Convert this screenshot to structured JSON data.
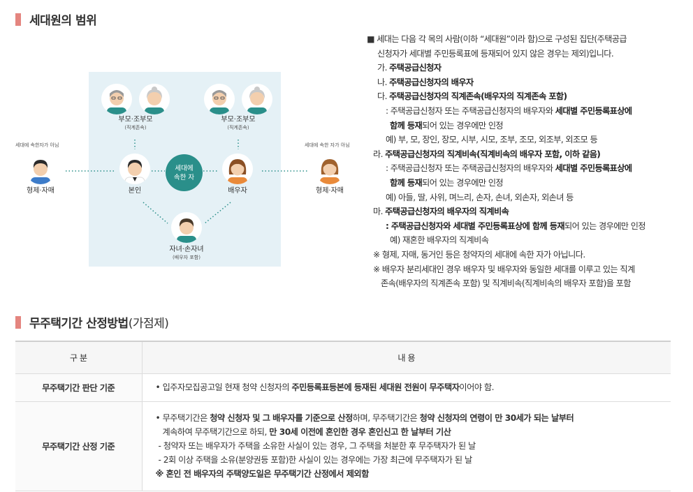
{
  "section1": {
    "title": "세대원의 범위"
  },
  "diagram": {
    "center": {
      "line1": "세대에",
      "line2": "속한 자"
    },
    "grandparents_left": {
      "label": "부모·조부모",
      "sub": "(직계존속)"
    },
    "grandparents_right": {
      "label": "부모·조부모",
      "sub": "(직계존속)"
    },
    "self": {
      "label": "본인"
    },
    "spouse": {
      "label": "배우자"
    },
    "children": {
      "label": "자녀·손자녀",
      "sub": "(배우자 포함)"
    },
    "sibling_left": {
      "note": "세대에 속한자가 아님",
      "label": "형제·자매"
    },
    "sibling_right": {
      "note": "세대에 속한 자가 아님",
      "label": "형제·자매"
    },
    "colors": {
      "background": "#e5f1f6",
      "center": "#2a8f8a",
      "line": "#2a8f8a"
    }
  },
  "description": {
    "intro1": "■ 세대는 다음 각 목의 사람(이하 “세대원”이라 함)으로 구성된 집단(주택공급",
    "intro2": "신청자가 세대별 주민등록표에 등재되어 있지 않은 경우는 제외)입니다.",
    "ga_prefix": "가. ",
    "ga": "주택공급신청자",
    "na_prefix": "나. ",
    "na": "주택공급신청자의 배우자",
    "da_prefix": "다. ",
    "da": "주택공급신청자의 직계존속(배우자의 직계존속 포함)",
    "da_detail_a": ": 주택공급신청자 또는 주택공급신청자의 배우자와 ",
    "da_detail_b": "세대별 주민등록표상에",
    "da_detail_c": "함께 등재",
    "da_detail_d": "되어 있는 경우에만 인정",
    "da_example": "예) 부, 모, 장인, 장모, 시부, 시모, 조부, 조모, 외조부, 외조모 등",
    "ra_prefix": "라. ",
    "ra": "주택공급신청자의 직계비속(직계비속의 배우자 포함, 이하 같음)",
    "ra_detail_a": ": 주택공급신청자 또는 주택공급신청자의 배우자와 ",
    "ra_detail_b": "세대별 주민등록표상에",
    "ra_detail_c": "함께 등재",
    "ra_detail_d": "되어 있는 경우에만 인정",
    "ra_example": "예) 아들, 딸, 사위, 며느리, 손자, 손녀, 외손자, 외손녀 등",
    "ma_prefix": "마. ",
    "ma": "주택공급신청자의 배우자의 직계비속",
    "ma_detail_a": ": 주택공급신청자와 세대별 주민등록표상에 함께 등재",
    "ma_detail_b": "되어 있는 경우에만 인정",
    "ma_example": "예) 재혼한 배우자의 직계비속",
    "note1": "※ 형제, 자매, 동거인 등은 청약자의 세대에 속한 자가 아닙니다.",
    "note2_a": "※ 배우자 분리세대인 경우 배우자 및 배우자와 동일한 세대를 이루고 있는 직계",
    "note2_b": "존속(배우자의 직계존속 포함) 및 직계비속(직계비속의 배우자 포함)을 포함"
  },
  "section2": {
    "title": "무주택기간 산정방법",
    "title_suffix": "(가점제)"
  },
  "table": {
    "header": {
      "col1": "구 분",
      "col2": "내 용"
    },
    "row1": {
      "label": "무주택기간 판단 기준",
      "text_a": "• 입주자모집공고일 현재 청약 신청자의 ",
      "text_b": "주민등록표등본에 등재된 세대원 전원이 무주택자",
      "text_c": "이어야 함."
    },
    "row2": {
      "label": "무주택기간 산정 기준",
      "l1_a": "• 무주택기간은 ",
      "l1_b": "청약 신청자 및 그 배우자를 기준으로 산정",
      "l1_c": "하며, 무주택기간은 ",
      "l1_d": "청약 신청자의 연령이 만 30세가 되는 날부터",
      "l2_a": "계속하여 무주택기간으로 하되, ",
      "l2_b": "만 30세 이전에 혼인한 경우 혼인신고 한 날부터 기산",
      "l3": "- 청약자 또는 배우자가 주택을 소유한 사실이 있는 경우, 그 주택을 처분한 후 무주택자가 된 날",
      "l4": "- 2회 이상 주택을 소유(분양권등 포함)한 사실이 있는 경우에는 가장 최근에 무주택자가 된 날",
      "l5": "※ 혼인 전 배우자의 주택양도일은 무주택기간 산정에서 제외함"
    }
  },
  "accent_color": "#e4857f"
}
